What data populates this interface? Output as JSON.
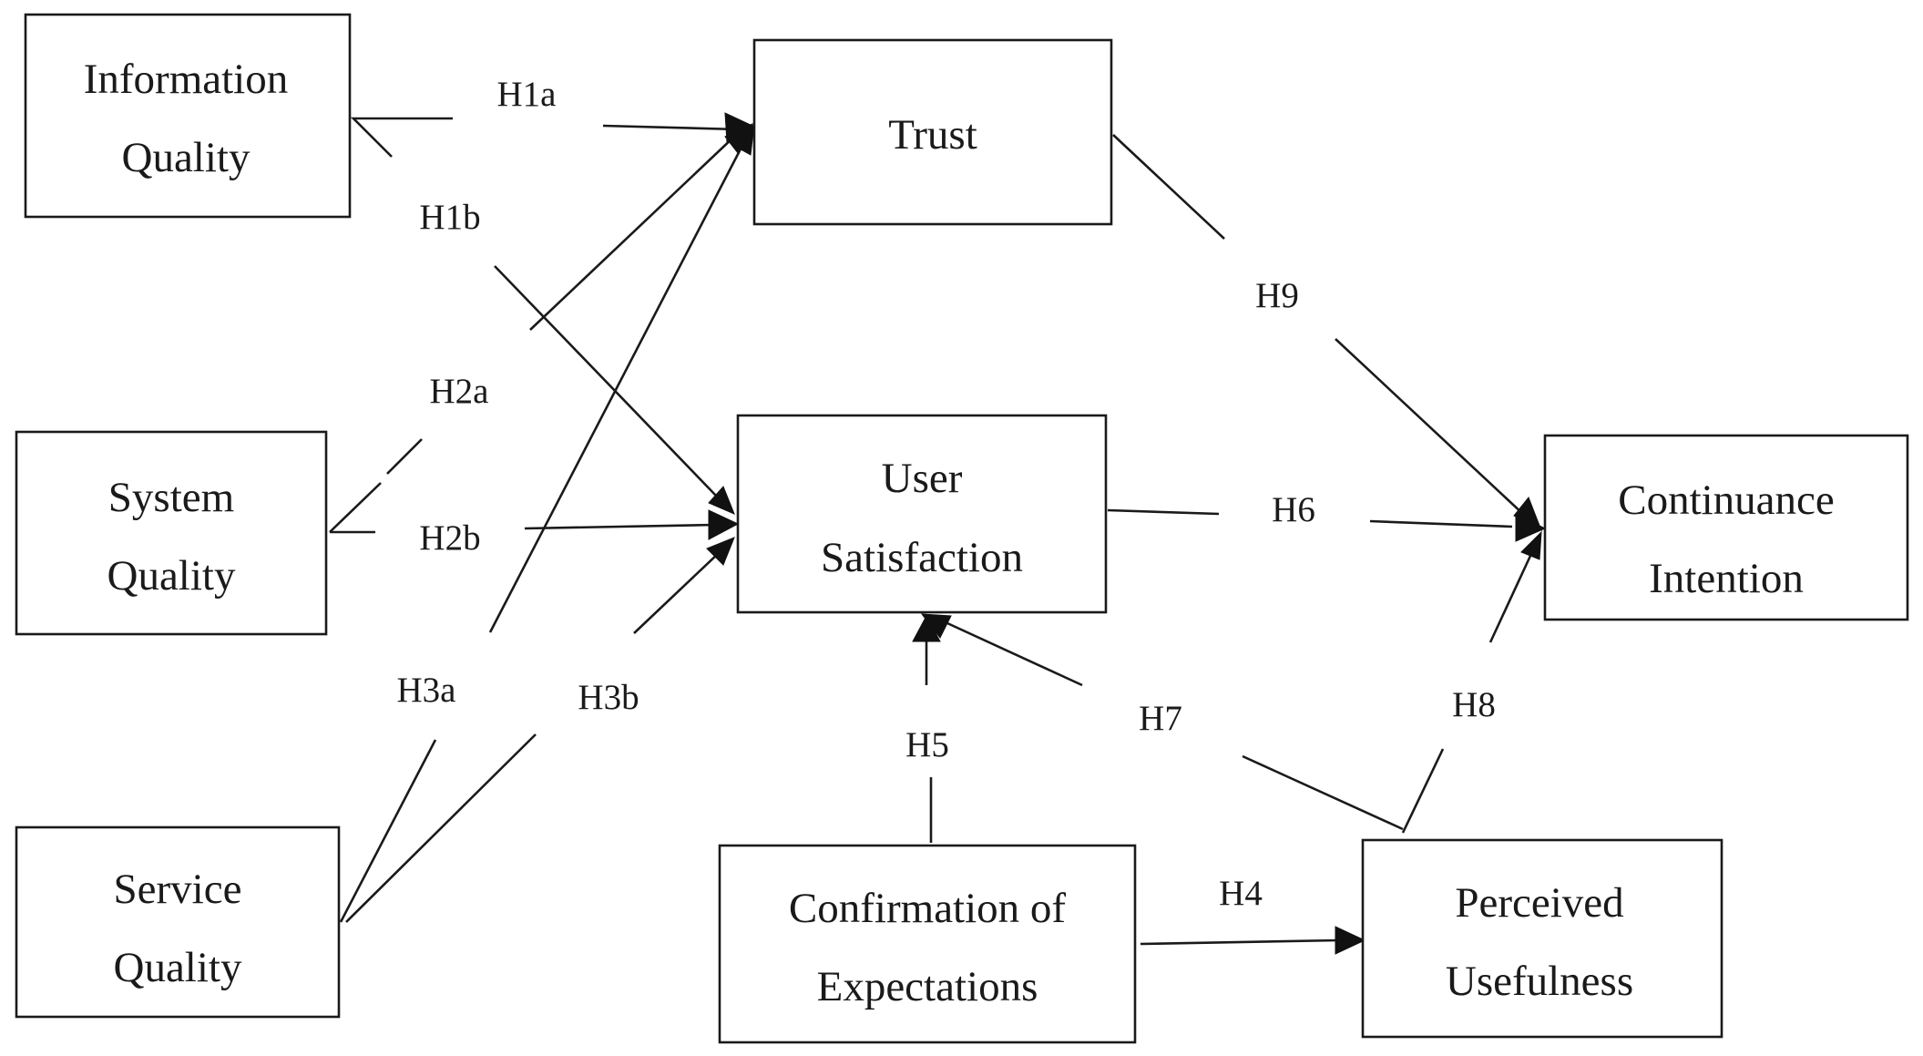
{
  "constructs": {
    "information_quality": [
      "Information",
      "Quality"
    ],
    "trust": [
      "Trust"
    ],
    "system_quality": [
      "System",
      "Quality"
    ],
    "user_satisfaction": [
      "User",
      "Satisfaction"
    ],
    "continuance_intention": [
      "Continuance",
      "Intention"
    ],
    "service_quality": [
      "Service",
      "Quality"
    ],
    "confirmation_of_expectations": [
      "Confirmation of",
      "Expectations"
    ],
    "perceived_usefulness": [
      "Perceived",
      "Usefulness"
    ]
  },
  "hypotheses": {
    "h1a": "H1a",
    "h1b": "H1b",
    "h2a": "H2a",
    "h2b": "H2b",
    "h3a": "H3a",
    "h3b": "H3b",
    "h4": "H4",
    "h5": "H5",
    "h6": "H6",
    "h7": "H7",
    "h8": "H8",
    "h9": "H9"
  }
}
